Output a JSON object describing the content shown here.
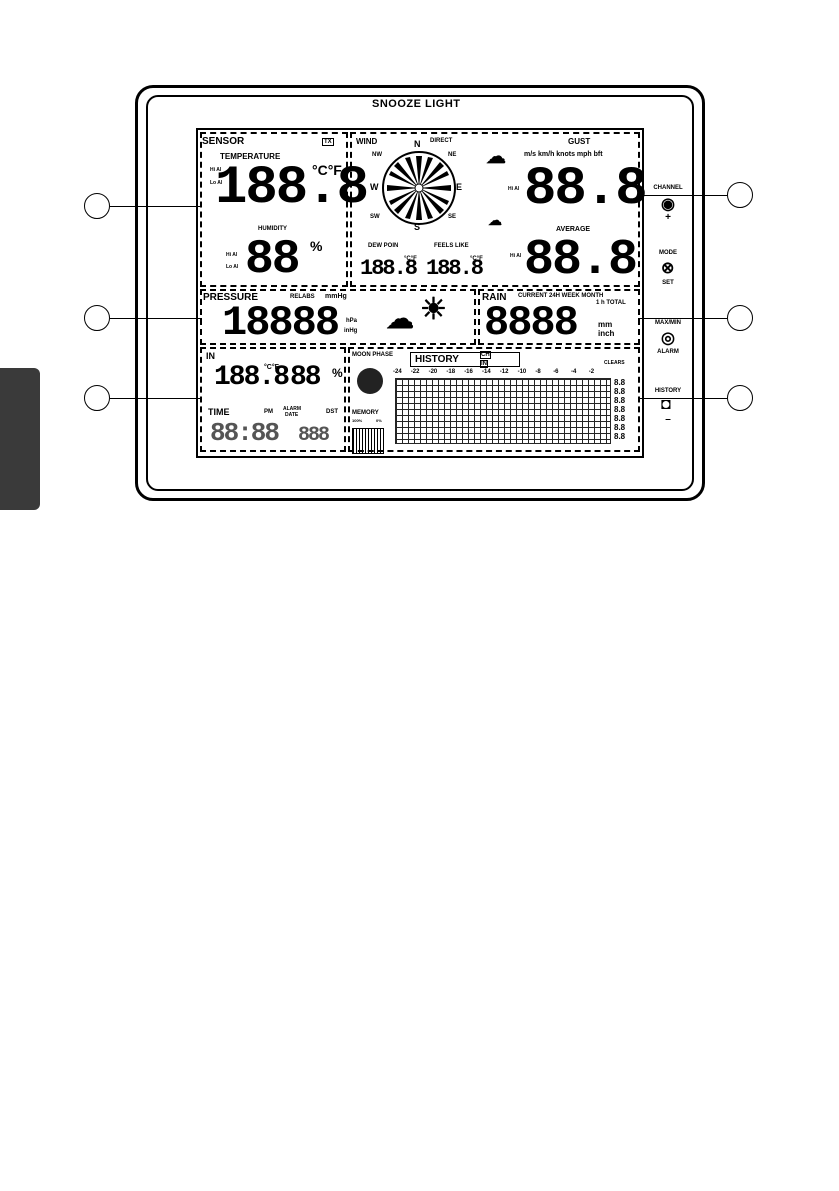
{
  "brand": "SNOOZE LIGHT",
  "sensor": {
    "title": "SENSOR",
    "temperature": "TEMPERATURE",
    "temp_value": "188.8",
    "temp_units": "°C°F",
    "humidity": "HUMIDITY",
    "hum_value": "88",
    "hum_unit": "%",
    "hi": "Hi Al",
    "lo": "Lo Al",
    "tx": "TX"
  },
  "wind": {
    "title": "WIND",
    "directions": {
      "n": "N",
      "s": "S",
      "e": "E",
      "w": "W",
      "nw": "NW",
      "ne": "NE",
      "sw": "SW",
      "se": "SE"
    },
    "direct": "DIRECT",
    "gust": "GUST",
    "units": "m/s km/h knots mph bft",
    "gust_value": "88.8",
    "average": "AVERAGE",
    "avg_value": "88.8"
  },
  "dew": {
    "dew_point": "DEW POIN",
    "feels_like": "FEELS LIKE",
    "dew_value": "188.8",
    "feels_value": "188.8",
    "units": "°C°F"
  },
  "pressure": {
    "title": "PRESSURE",
    "relabs": "RELABS",
    "mmhg": "mmHg",
    "value": "18888",
    "hpa": "hPa",
    "inhg": "inHg"
  },
  "rain": {
    "title": "RAIN",
    "modes": "CURRENT 24H WEEK MONTH",
    "total": "1 h TOTAL",
    "value": "8888",
    "mm": "mm",
    "inch": "inch"
  },
  "indoor": {
    "title": "IN",
    "temp": "188.8",
    "units": "°C°F",
    "hum": "88",
    "hum_unit": "%"
  },
  "time": {
    "title": "TIME",
    "pm": "PM",
    "alarm": "ALARM",
    "date": "DATE",
    "dst": "DST"
  },
  "moon": {
    "title": "MOON PHASE"
  },
  "memory": {
    "title": "MEMORY",
    "full": "100%",
    "empty": "0%"
  },
  "history": {
    "title": "HISTORY",
    "ticks": [
      "-24",
      "-22",
      "-20",
      "-18",
      "-16",
      "-14",
      "-12",
      "-10",
      "-8",
      "-6",
      "-4",
      "-2"
    ],
    "clears": "CLEARS",
    "ch": "CH",
    "in": "IN",
    "scale": [
      "8.8",
      "8.8",
      "8.8",
      "8.8",
      "8.8",
      "8.8",
      "8.8"
    ]
  },
  "buttons": {
    "channel": "CHANNEL",
    "plus": "+",
    "mode": "MODE",
    "set": "SET",
    "maxmin": "MAX/MIN",
    "alarm": "ALARM",
    "history": "HISTORY",
    "minus": "–"
  }
}
